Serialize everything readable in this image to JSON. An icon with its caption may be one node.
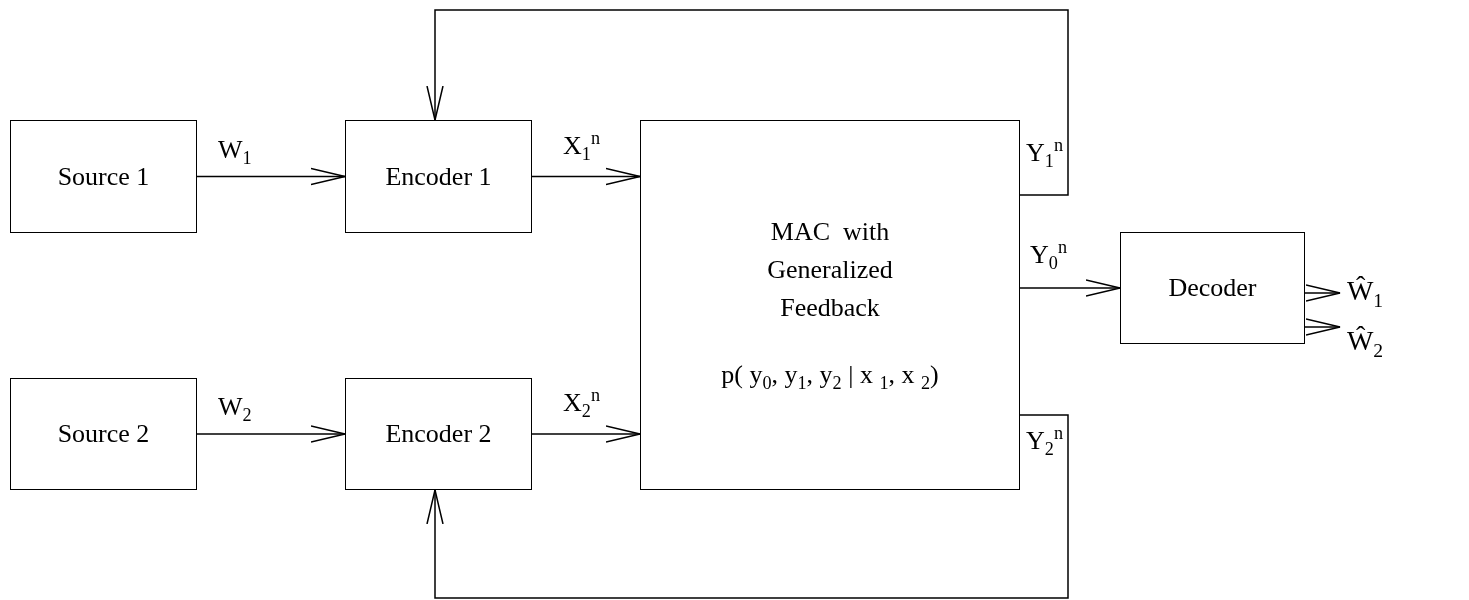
{
  "diagram": {
    "nodes": [
      {
        "text": [
          "Source 1"
        ]
      },
      {
        "text": [
          "Encoder 1"
        ]
      },
      {
        "text": [
          "MAC  with Generalized Feedback",
          "p( y$_{0}$, y$_{1}$, y$_{2}$ | x $_{1}$, x $_{2}$)"
        ]
      },
      {
        "text": [
          "Source 2"
        ]
      },
      {
        "text": [
          "Encoder 2"
        ]
      },
      {
        "text": [
          "Decoder"
        ]
      },
      {
        "text": [
          "Ŵ$_{1}$"
        ]
      },
      {
        "text": [
          "Ŵ$_{2}$"
        ]
      }
    ],
    "edges": [
      {
        "from": 0,
        "to": 1,
        "arrow": "to",
        "label": "W$_{1}$"
      },
      {
        "from": 1,
        "to": 2,
        "arrow": "to",
        "label": "X$_{1}$$^{n}$"
      },
      {
        "from": 3,
        "to": 4,
        "arrow": "to",
        "label": "W$_{2}$"
      },
      {
        "from": 4,
        "to": 2,
        "arrow": "to",
        "label": "X$_{2}$$^{n}$"
      },
      {
        "from": 2,
        "to": 1,
        "arrow": "to",
        "label": "Y$_{1}$$^{n}$"
      },
      {
        "from": 2,
        "to": 5,
        "arrow": "to",
        "label": "Y$_{0}$$^{n}$"
      },
      {
        "from": 2,
        "to": 4,
        "arrow": "to",
        "label": "Y$_{2}$$^{n}$"
      },
      {
        "from": 5,
        "to": 6,
        "arrow": "to"
      },
      {
        "from": 5,
        "to": 7,
        "arrow": "to"
      }
    ]
  }
}
